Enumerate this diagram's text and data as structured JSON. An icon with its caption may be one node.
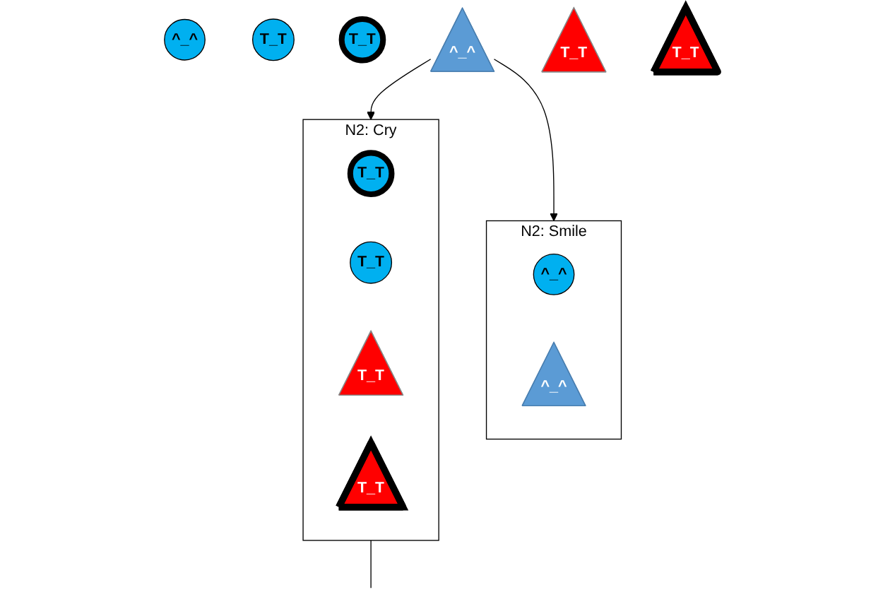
{
  "diagram": {
    "nodes": [
      {
        "text": [
          "^_^"
        ]
      },
      {
        "text": [
          "T_T"
        ]
      },
      {
        "text": [
          "T_T"
        ]
      },
      {
        "text": [
          "^_^"
        ]
      },
      {
        "text": [
          "T_T"
        ]
      },
      {
        "text": [
          "T_T"
        ]
      },
      {
        "text": [
          "N2: Smile"
        ]
      },
      {
        "text": [
          "^_^"
        ],
        "in": 6
      },
      {
        "text": [
          "^_^"
        ],
        "in": 6
      },
      {
        "text": [
          "N2: Cry"
        ]
      },
      {
        "text": [
          "T_T"
        ],
        "in": 9
      },
      {
        "text": [
          "T_T"
        ],
        "in": 9
      },
      {
        "text": [
          "T_T"
        ],
        "in": 9
      },
      {
        "text": [
          "T_T"
        ],
        "in": 9
      }
    ],
    "edges": [
      {
        "from": 3,
        "to": 6,
        "arrow": "to"
      },
      {
        "from": 3,
        "to": 9,
        "arrow": "to"
      },
      {
        "from": 9,
        "to": null,
        "arrow": "none"
      }
    ]
  }
}
